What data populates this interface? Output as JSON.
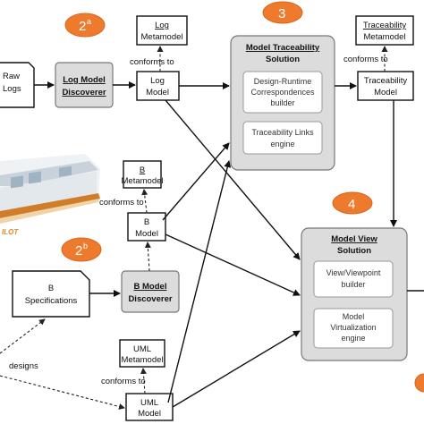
{
  "log_metamodel": [
    "Log",
    "Metamodel"
  ],
  "log_model": [
    "Log",
    "Model"
  ],
  "log_discoverer": [
    "Log Model",
    "Discoverer"
  ],
  "raw_logs": [
    "Raw",
    "Logs"
  ],
  "b_metamodel": [
    "B",
    "Metamodel"
  ],
  "b_model": [
    "B",
    "Model"
  ],
  "b_discoverer": [
    "B Model",
    "Discoverer"
  ],
  "b_specs": [
    "B",
    "Specifications"
  ],
  "uml_metamodel": [
    "UML",
    "Metamodel"
  ],
  "uml_model": [
    "UML",
    "Model"
  ],
  "traceability_metamodel": [
    "Traceability",
    "Metamodel"
  ],
  "traceability_model": [
    "Traceability",
    "Model"
  ],
  "conforms_to": "conforms to",
  "designs": "designs",
  "pilot_label": "ILOT",
  "mts": {
    "title": [
      "Model Traceability",
      "Solution"
    ],
    "design_runtime": [
      "Design-Runtime",
      "Correspondences",
      "builder"
    ],
    "links_engine": [
      "Traceability Links",
      "engine"
    ]
  },
  "mvs": {
    "title": [
      "Model View",
      "Solution"
    ],
    "viewpoint": [
      "View/Viewpoint",
      "builder"
    ],
    "virtualization": [
      "Model",
      "Virtualization",
      "engine"
    ]
  },
  "badges": {
    "b2a": "2",
    "b2a_sup": "a",
    "b2b": "2",
    "b2b_sup": "b",
    "b3": "3",
    "b4": "4"
  },
  "colors": {
    "badge": "#ee7a2e",
    "container": "#dcdcdc",
    "pilot": "#e58a2a"
  }
}
